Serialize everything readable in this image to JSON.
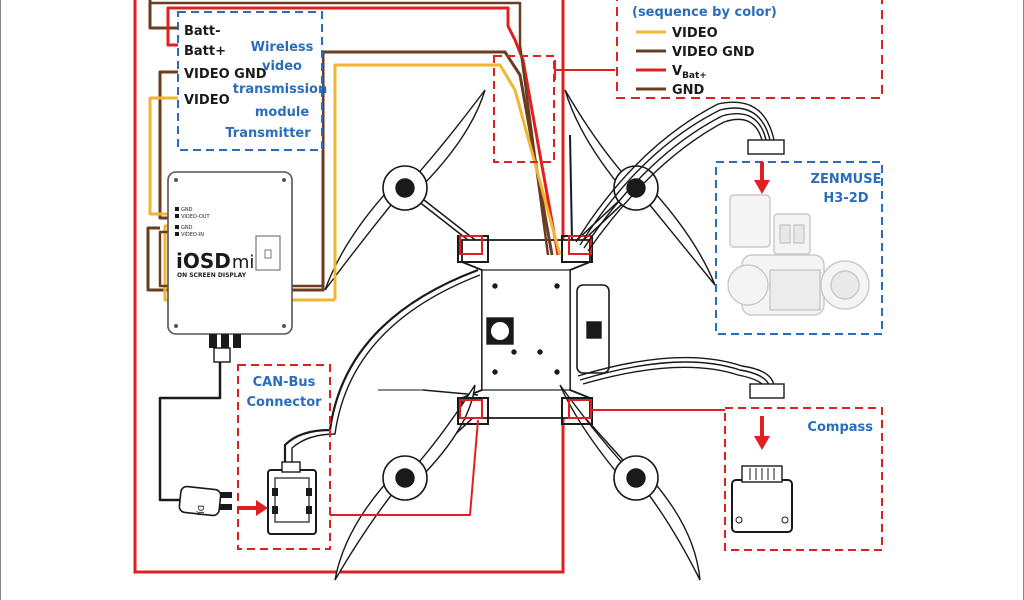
{
  "legend": {
    "title": "(sequence by color)",
    "items": [
      {
        "label": "VIDEO",
        "color": "#f2b632"
      },
      {
        "label": "VIDEO GND",
        "color": "#6b3d1e"
      },
      {
        "label": "V",
        "sub": "Bat+",
        "color": "#e02020"
      },
      {
        "label": "GND",
        "color": "#6b3d1e"
      }
    ]
  },
  "wireless_module": {
    "pins": [
      "Batt-",
      "Batt+",
      "VIDEO GND",
      "VIDEO"
    ],
    "name_lines": [
      "Wireless",
      "video",
      "transmission",
      "module",
      "Transmitter"
    ]
  },
  "iosd": {
    "brand": "iOSD",
    "brand_suffix": "mini",
    "subtitle": "ON SCREEN DISPLAY",
    "ports": [
      "GND",
      "VIDEO-OUT",
      "GND",
      "VIDEO-IN"
    ]
  },
  "canbus": {
    "name_lines": [
      "CAN-Bus",
      "Connector"
    ]
  },
  "gimbal": {
    "name_lines": [
      "ZENMUSE",
      "H3-2D"
    ]
  },
  "compass": {
    "name": "Compass"
  },
  "plug": {
    "label": "DJI"
  },
  "colors": {
    "red": "#e02020",
    "blue": "#2a6ebb",
    "yellow": "#f2b632",
    "brown": "#6b3d1e",
    "dark": "#1a1a1a"
  }
}
